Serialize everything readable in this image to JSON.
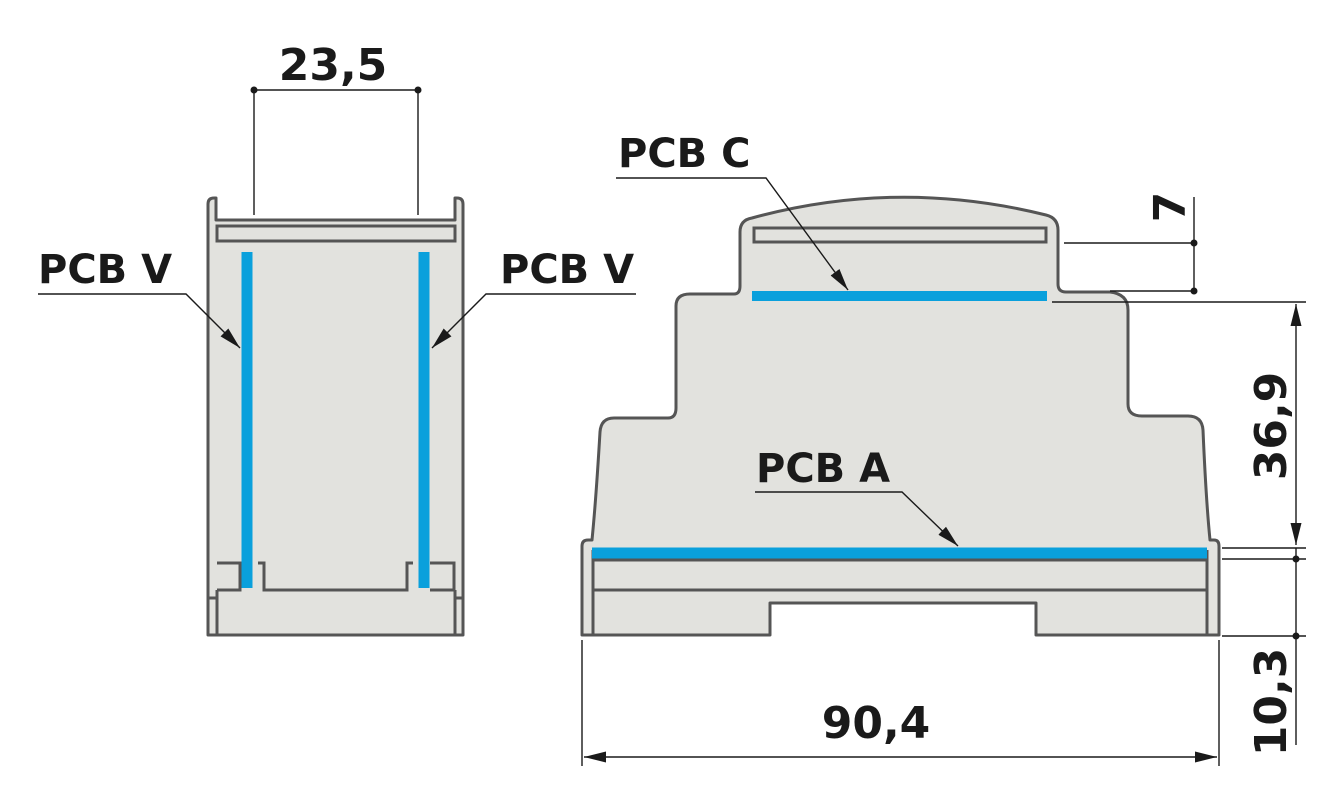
{
  "colors": {
    "housing_fill": "#e2e2de",
    "housing_outline": "#555555",
    "pcb_blue": "#0aa0dc",
    "dimension_line": "#1a1a1a"
  },
  "dimensions": {
    "side_width": "23,5",
    "top_step_height": "7",
    "middle_height": "36,9",
    "base_height": "10,3",
    "overall_width": "90,4"
  },
  "labels": {
    "pcb_v_left": "PCB V",
    "pcb_v_right": "PCB V",
    "pcb_c": "PCB C",
    "pcb_a": "PCB A"
  }
}
